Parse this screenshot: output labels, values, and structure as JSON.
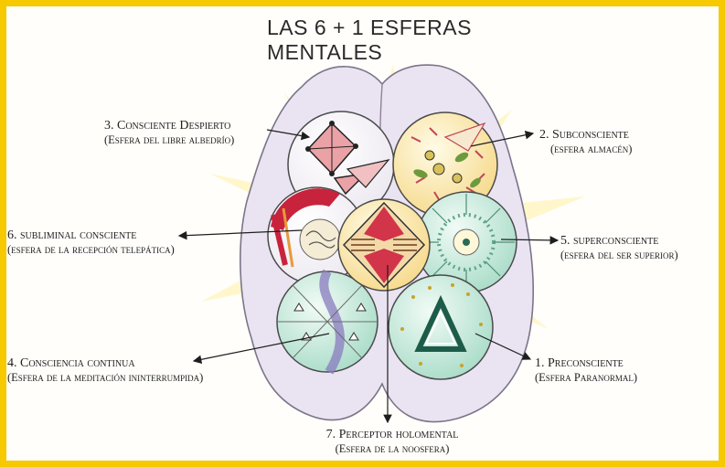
{
  "title": "LAS 6 + 1 ESFERAS MENTALES",
  "labels": {
    "consciente_despierto": {
      "line1": "3. Consciente Despierto",
      "line2": "(Esfera del libre albedrío)"
    },
    "subconsciente": {
      "line1": "2. Subconsciente",
      "line2": "(esfera almacén)"
    },
    "subliminal": {
      "line1": "6. subliminal consciente",
      "line2": "(esfera de la recepción telepática)"
    },
    "superconsciente": {
      "line1": "5. superconsciente",
      "line2": "(esfera del ser superior)"
    },
    "consciencia_continua": {
      "line1": "4. Consciencia continua",
      "line2": "(Esfera de la meditación ininterrumpida)"
    },
    "preconsciente": {
      "line1": "1. Preconsciente",
      "line2": "(Esfera Paranormal)"
    },
    "perceptor": {
      "line1": "7. Perceptor holomental",
      "line2": "(Esfera de la noosfera)"
    }
  },
  "colors": {
    "frame": "#f7c900",
    "brain": "#eae4f2",
    "starburst": "#fff6c2",
    "sphere_yellow": "#fbe9a8",
    "sphere_mint": "#cfeee2",
    "sphere_red": "#c8233c",
    "accent_red": "#d2344a"
  }
}
